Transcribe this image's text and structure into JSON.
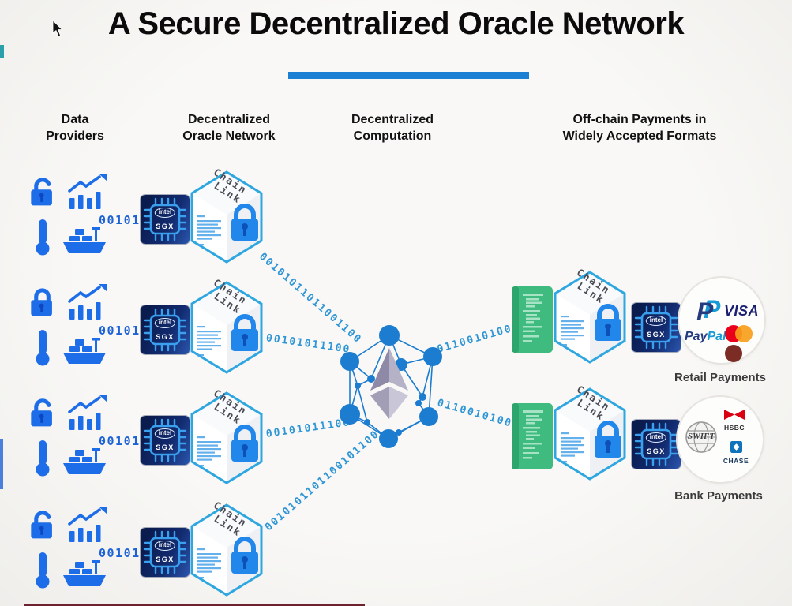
{
  "title": "A Secure Decentralized Oracle Network",
  "columns": {
    "data_providers": {
      "line1": "Data",
      "line2": "Providers"
    },
    "oracle_network": {
      "line1": "Decentralized",
      "line2": "Oracle Network"
    },
    "computation": {
      "line1": "Decentralized",
      "line2": "Computation"
    },
    "payments": {
      "line1": "Off-chain Payments in",
      "line2": "Widely Accepted Formats"
    }
  },
  "provider_rows": [
    {
      "binary": "00101"
    },
    {
      "binary": "00101"
    },
    {
      "binary": "00101"
    },
    {
      "binary": "00101"
    }
  ],
  "chainlink": {
    "line1": "Chain",
    "line2": "Link"
  },
  "sgx": {
    "brand": "intel",
    "label": "SGX"
  },
  "streams": {
    "row1": "00101011011001100",
    "row2": "00101011100",
    "row3": "00101011100",
    "row4": "0010101101100101100",
    "out_top": "01100101001",
    "out_bottom": "01100101001"
  },
  "payments": {
    "retail": {
      "label": "Retail Payments",
      "paypal_initial": "P",
      "paypal_pay": "Pay",
      "paypal_pal": "Pal",
      "visa": "VISA"
    },
    "bank": {
      "label": "Bank Payments",
      "swift": "SWIFT",
      "hsbc": "HSBC",
      "chase": "CHASE"
    }
  },
  "colors": {
    "title_underline": "#1b7fd4",
    "provider_icon_blue": "#1d6ce8",
    "chip_navy": "#0a1b4e",
    "cube_edge": "#2ea6e0",
    "binary_blue": "#2f96d6",
    "binary_label_blue": "#1e63d6",
    "contract_green": "#3fbb80",
    "network_node_blue": "#1b7cd0",
    "visa_navy": "#1a1f71",
    "paypal_dark": "#253b80",
    "paypal_light": "#179bd7",
    "mastercard_red": "#eb001b",
    "mastercard_orange": "#f79e1b",
    "hsbc_red": "#db0011",
    "chase_blue": "#1173ba"
  }
}
